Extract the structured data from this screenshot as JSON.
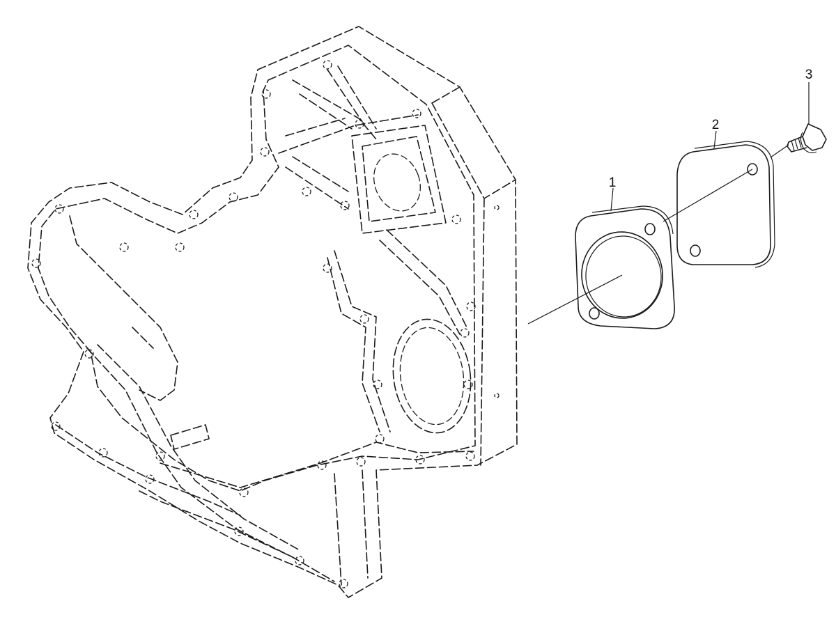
{
  "callouts": [
    {
      "id": "1",
      "label": "1",
      "part": "gasket"
    },
    {
      "id": "2",
      "label": "2",
      "part": "cover-plate"
    },
    {
      "id": "3",
      "label": "3",
      "part": "bolt"
    }
  ],
  "colors": {
    "line": "#1a1a1a",
    "background": "#ffffff"
  }
}
